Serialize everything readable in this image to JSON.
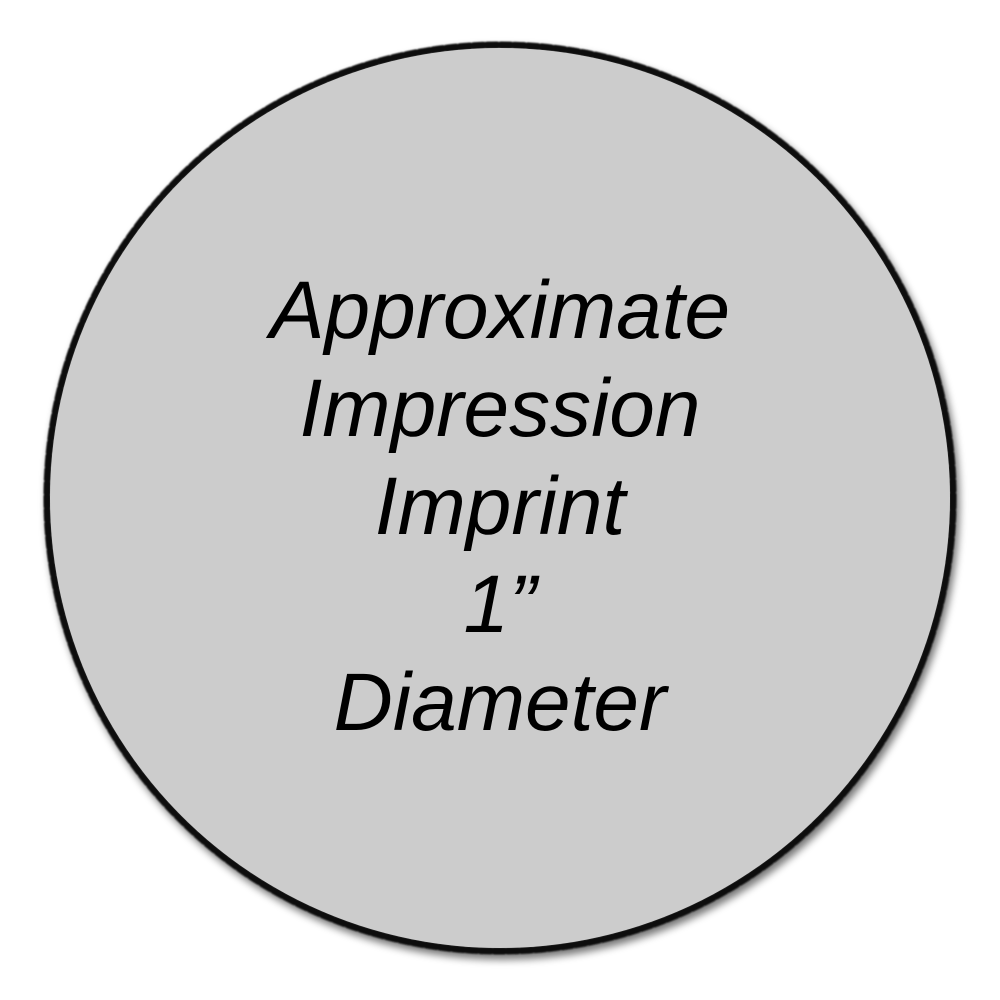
{
  "stamp": {
    "fill_color": "#cccccc",
    "edge_color": "#111111",
    "lines": [
      "Approximate",
      "Impression",
      "Imprint",
      "1”",
      "Diameter"
    ]
  }
}
